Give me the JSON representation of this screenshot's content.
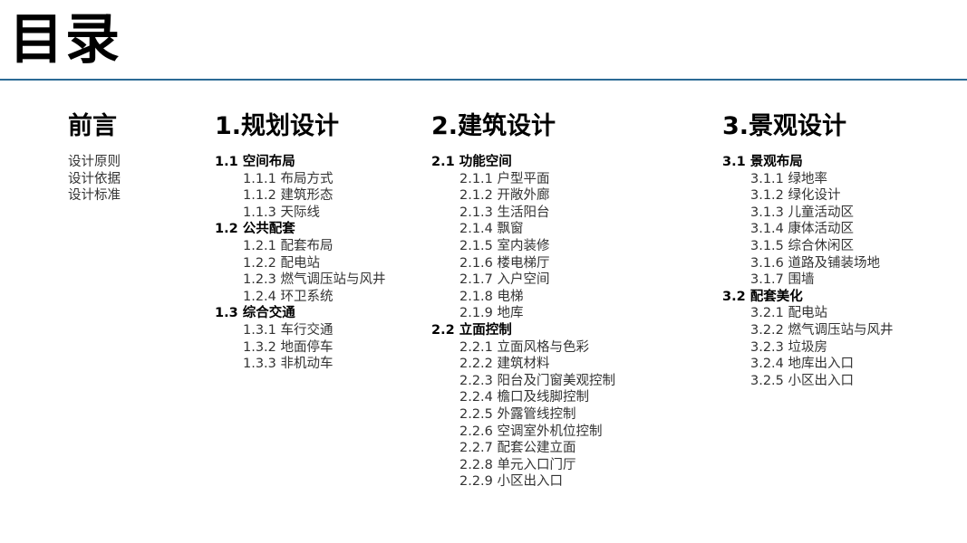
{
  "title": "目录",
  "columns": [
    {
      "heading": "前言",
      "items": [
        "设计原则",
        "设计依据",
        "设计标准"
      ]
    },
    {
      "heading": "1.规划设计",
      "sections": [
        {
          "title": "1.1 空间布局",
          "items": [
            "1.1.1 布局方式",
            "1.1.2 建筑形态",
            "1.1.3 天际线"
          ]
        },
        {
          "title": "1.2 公共配套",
          "items": [
            "1.2.1 配套布局",
            "1.2.2 配电站",
            "1.2.3 燃气调压站与风井",
            "1.2.4 环卫系统"
          ]
        },
        {
          "title": "1.3 综合交通",
          "items": [
            "1.3.1 车行交通",
            "1.3.2 地面停车",
            "1.3.3 非机动车"
          ]
        }
      ]
    },
    {
      "heading": "2.建筑设计",
      "sections": [
        {
          "title": "2.1 功能空间",
          "items": [
            "2.1.1 户型平面",
            "2.1.2 开敞外廊",
            "2.1.3 生活阳台",
            "2.1.4 飘窗",
            "2.1.5 室内装修",
            "2.1.6 楼电梯厅",
            "2.1.7 入户空间",
            "2.1.8 电梯",
            "2.1.9 地库"
          ]
        },
        {
          "title": "2.2 立面控制",
          "items": [
            "2.2.1 立面风格与色彩",
            "2.2.2 建筑材料",
            "2.2.3 阳台及门窗美观控制",
            "2.2.4 檐口及线脚控制",
            "2.2.5 外露管线控制",
            "2.2.6 空调室外机位控制",
            "2.2.7 配套公建立面",
            "2.2.8 单元入口门厅",
            "2.2.9 小区出入口"
          ]
        }
      ]
    },
    {
      "heading": "3.景观设计",
      "sections": [
        {
          "title": "3.1 景观布局",
          "items": [
            "3.1.1 绿地率",
            "3.1.2 绿化设计",
            "3.1.3 儿童活动区",
            "3.1.4 康体活动区",
            "3.1.5 综合休闲区",
            "3.1.6 道路及铺装场地",
            "3.1.7 围墙"
          ]
        },
        {
          "title": "3.2 配套美化",
          "items": [
            "3.2.1 配电站",
            "3.2.2 燃气调压站与风井",
            "3.2.3 垃圾房",
            "3.2.4 地库出入口",
            "3.2.5 小区出入口"
          ]
        }
      ]
    }
  ],
  "colors": {
    "rule": "#2b6a95"
  }
}
